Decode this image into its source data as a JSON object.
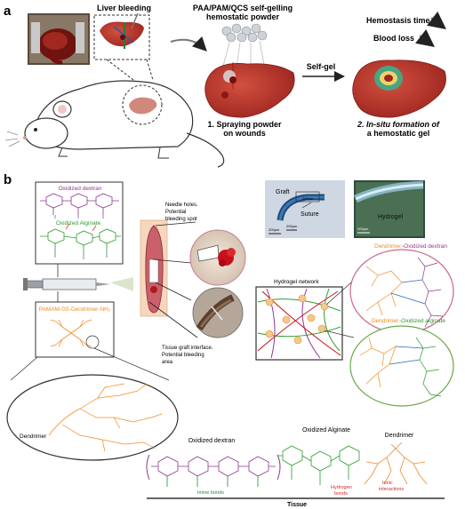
{
  "panel_a": {
    "label": "a",
    "liver_bleeding": "Liver bleeding",
    "powder_title_line1": "PAA/PAM/QCS self-gelling",
    "powder_title_line2": "hemostatic powder",
    "self_gel": "Self-gel",
    "hemostasis_time": "Hemostasis time",
    "blood_loss": "Blood loss",
    "step1_line1": "1. Spraying powder",
    "step1_line2": "on wounds",
    "step2_line1": "2. In-situ formation of",
    "step2_line2": "a hemostatic gel"
  },
  "panel_b": {
    "label": "b",
    "oxidized_dextran": "Oxidized dextran",
    "oxidized_alginate": "Oxidized Alginate",
    "pamam_label": "PAMAM-G5-Dendrimer-NH₂",
    "needle_holes_line1": "Needle holes.",
    "needle_holes_line2": "Potential",
    "needle_holes_line3": "bleeding spot",
    "tissue_graft_line1": "Tissue graft interface.",
    "tissue_graft_line2": "Potential bleeding",
    "tissue_graft_line3": "area",
    "photo_graft": "Graft",
    "photo_suture": "Suture",
    "photo_hydrogel": "Hydrogel",
    "scale_200um_a": "200μm",
    "scale_200um_b": "200μm",
    "scale_200um_c": "200μm",
    "hydrogel_network": "Hydrogel network",
    "dendrimer_dextran_a": "Dendrimer",
    "dendrimer_dextran_b": "-Oxidized dextran",
    "dendrimer_alginate_a": "Dendrimer",
    "dendrimer_alginate_b": "-Oxidized alginate",
    "dendrimer_zoom": "Dendrimer",
    "bottom_oxidized_dextran": "Oxidized dextran",
    "bottom_oxidized_alginate": "Oxidized Alginate",
    "bottom_dendrimer": "Dendrimer",
    "imine_bonds": "Imine bonds",
    "hydrogen_bonds_line1": "Hydrogen",
    "hydrogen_bonds_line2": "bonds",
    "ionic_line1": "Ionic",
    "ionic_line2": "interactions",
    "tissue": "Tissue"
  },
  "colors": {
    "liver": "#b5322a",
    "dextran": "#8b3a8b",
    "alginate": "#2e9a2e",
    "dendrimer": "#f08a24",
    "imine": "#2a8a2a",
    "hbond": "#d02a2a",
    "arrow_green": "#7aa83a"
  }
}
